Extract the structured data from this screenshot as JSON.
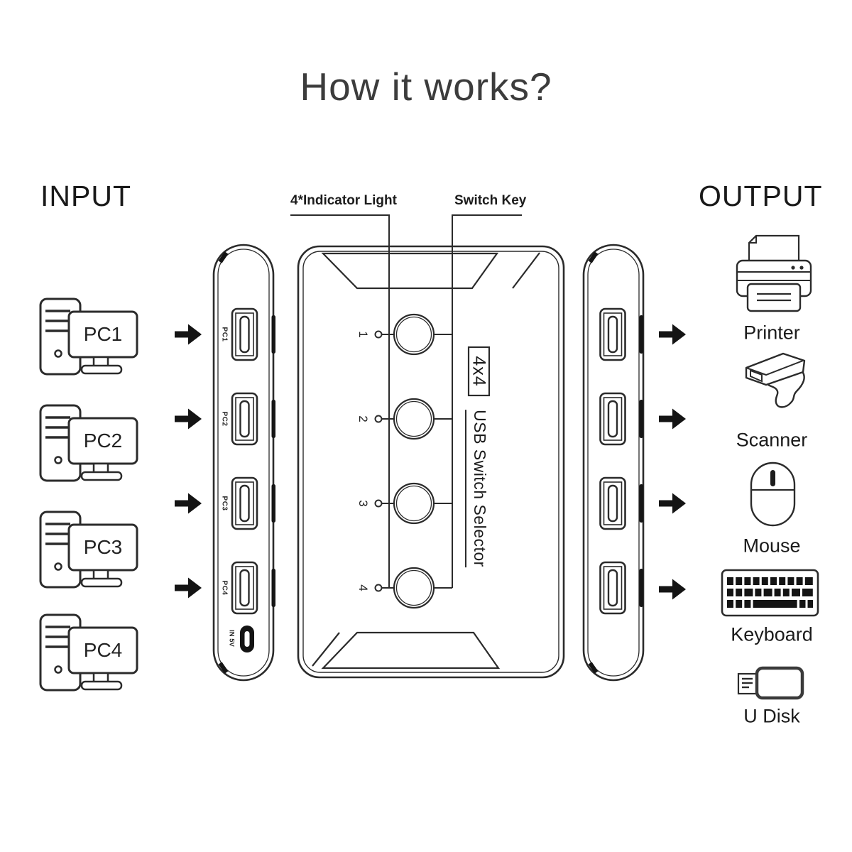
{
  "title": "How it works?",
  "sections": {
    "input_label": "INPUT",
    "output_label": "OUTPUT"
  },
  "callouts": {
    "indicator": "4*Indicator Light",
    "switch_key": "Switch Key"
  },
  "device": {
    "model": "4x4",
    "name": "USB Switch Selector",
    "button_numbers": [
      "1",
      "2",
      "3",
      "4"
    ],
    "port_labels": [
      "PC1",
      "PC2",
      "PC3",
      "PC4"
    ],
    "power_label": "IN 5V"
  },
  "inputs": {
    "pcs": [
      {
        "label": "PC1"
      },
      {
        "label": "PC2"
      },
      {
        "label": "PC3"
      },
      {
        "label": "PC4"
      }
    ]
  },
  "outputs": {
    "devices": [
      {
        "label": "Printer",
        "icon": "printer-icon"
      },
      {
        "label": "Scanner",
        "icon": "scanner-icon"
      },
      {
        "label": "Mouse",
        "icon": "mouse-icon"
      },
      {
        "label": "Keyboard",
        "icon": "keyboard-icon"
      },
      {
        "label": "U Disk",
        "icon": "udisk-icon"
      }
    ]
  },
  "colors": {
    "line": "#2b2b2b",
    "black": "#141414",
    "bg": "#ffffff"
  }
}
